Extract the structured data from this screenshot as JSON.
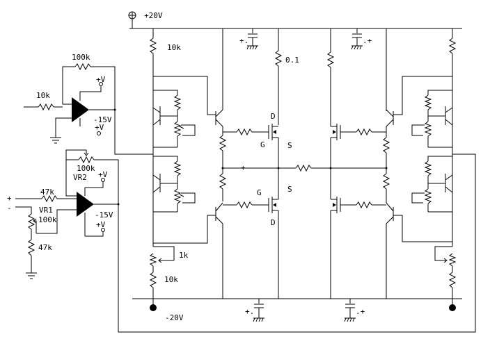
{
  "rails": {
    "positive": "+20V",
    "negative": "-20V"
  },
  "resistors": {
    "bias_top": "10k",
    "source": "0.1",
    "feedback_1": "100k",
    "input_1": "10k",
    "feedback_2": "100k",
    "input_2": "47k",
    "vr1_value": "100k",
    "vr1_bottom": "47k",
    "bias_pot_low": "1k",
    "bias_bottom": "10k"
  },
  "pots": {
    "vr1": "VR1",
    "vr2": "VR2"
  },
  "supplies": {
    "plus_v": "+V",
    "minus_15v": "-15V"
  },
  "input_signs": {
    "plus": "+",
    "minus": "-"
  },
  "mosfet_pins": {
    "drain": "D",
    "gate": "G",
    "source": "S"
  },
  "opamp_pins": {
    "plus": "+",
    "minus": "-"
  },
  "output_signs": {
    "plus": "+",
    "minus": "-"
  },
  "capacitor_polarity": {
    "left_top": "+.",
    "right_top": ".+",
    "left_bottom": "+.",
    "right_bottom": ".+"
  }
}
